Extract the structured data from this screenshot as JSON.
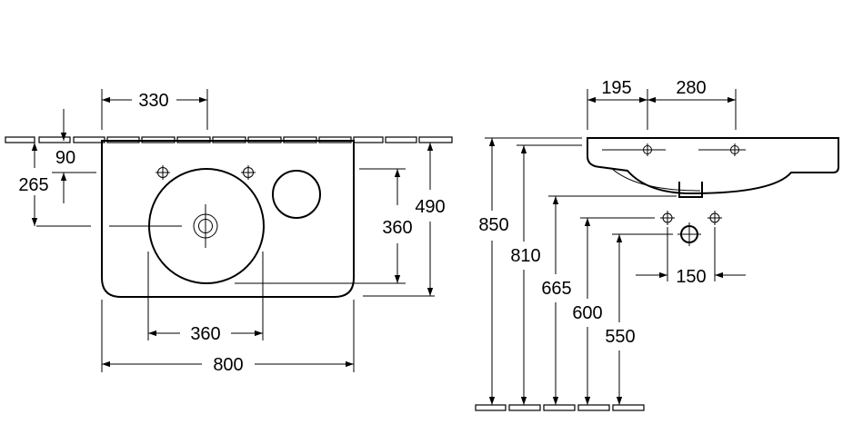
{
  "front_view": {
    "dimensions": {
      "tap_offset": "330",
      "top_gap": "90",
      "center_height": "265",
      "bowl_width": "360",
      "bowl_height": "360",
      "total_width": "800",
      "total_height": "490"
    }
  },
  "side_view": {
    "dimensions": {
      "tap_depth": "195",
      "bowl_depth": "280",
      "rim_height": "850",
      "under_height": "810",
      "drain_height": "665",
      "connection_high": "600",
      "connection_low": "550",
      "connection_spacing": "150"
    }
  }
}
